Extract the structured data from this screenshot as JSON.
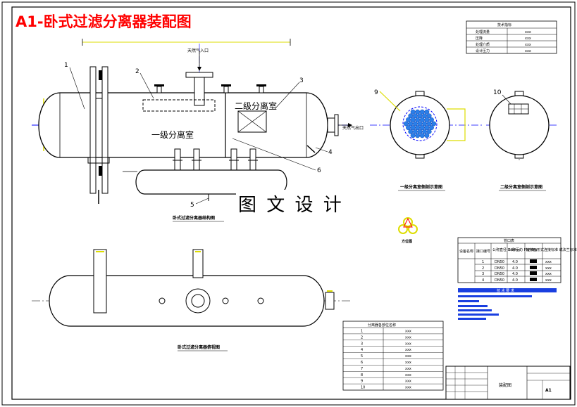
{
  "title": "A1-卧式过滤分离器装配图",
  "watermark": "图 文 设 计",
  "labels": {
    "gas_inlet": "天然气入口",
    "gas_outlet": "天然气出口",
    "primary_chamber": "一级分离室",
    "secondary_chamber": "二级分离室",
    "main_view_caption": "卧式过滤分离器结构图",
    "top_view_caption": "卧式过滤分离器俯视图",
    "section1_caption": "一级分离室侧剖示意图",
    "section2_caption": "二级分离室侧剖示意图",
    "position_caption": "方位图"
  },
  "callouts": [
    "1",
    "2",
    "3",
    "4",
    "5",
    "6",
    "9",
    "10"
  ],
  "tech_table": {
    "header": "技术指标",
    "rows": [
      [
        "处理流量",
        "xxx"
      ],
      [
        "压降",
        "xxx"
      ],
      [
        "处理介质",
        "xxx"
      ],
      [
        "设计压力",
        "xxx"
      ]
    ]
  },
  "nozzle_table": {
    "header": "管口表",
    "columns": [
      "设备名称",
      "接口编号",
      "公称直径 DN/mm",
      "公称压力 PN/MPa",
      "连接面形式",
      "连接标准 或法兰标准"
    ],
    "rows": [
      [
        "DN50",
        "4.0",
        "xxx"
      ],
      [
        "DN50",
        "4.0",
        "xxx"
      ],
      [
        "DN50",
        "4.0",
        "xxx"
      ],
      [
        "DN50",
        "4.0",
        "xxx"
      ]
    ],
    "row_ids": [
      "1",
      "2",
      "3",
      "4"
    ]
  },
  "tech_requirements": "技 术 要 求",
  "parts_table": {
    "header": "分离器各部位名称",
    "rows": [
      [
        "1",
        "xxx"
      ],
      [
        "2",
        "xxx"
      ],
      [
        "3",
        "xxx"
      ],
      [
        "4",
        "xxx"
      ],
      [
        "5",
        "xxx"
      ],
      [
        "6",
        "xxx"
      ],
      [
        "7",
        "xxx"
      ],
      [
        "8",
        "xxx"
      ],
      [
        "9",
        "xxx"
      ],
      [
        "10",
        "xxx"
      ]
    ]
  },
  "title_block": {
    "drawing_name": "装配图",
    "size": "A1"
  },
  "colors": {
    "title": "#ff0000",
    "centerline": "#0000ff",
    "dimension": "#ffff00",
    "highlight": "#0000ff",
    "filter": "#00aaff"
  }
}
